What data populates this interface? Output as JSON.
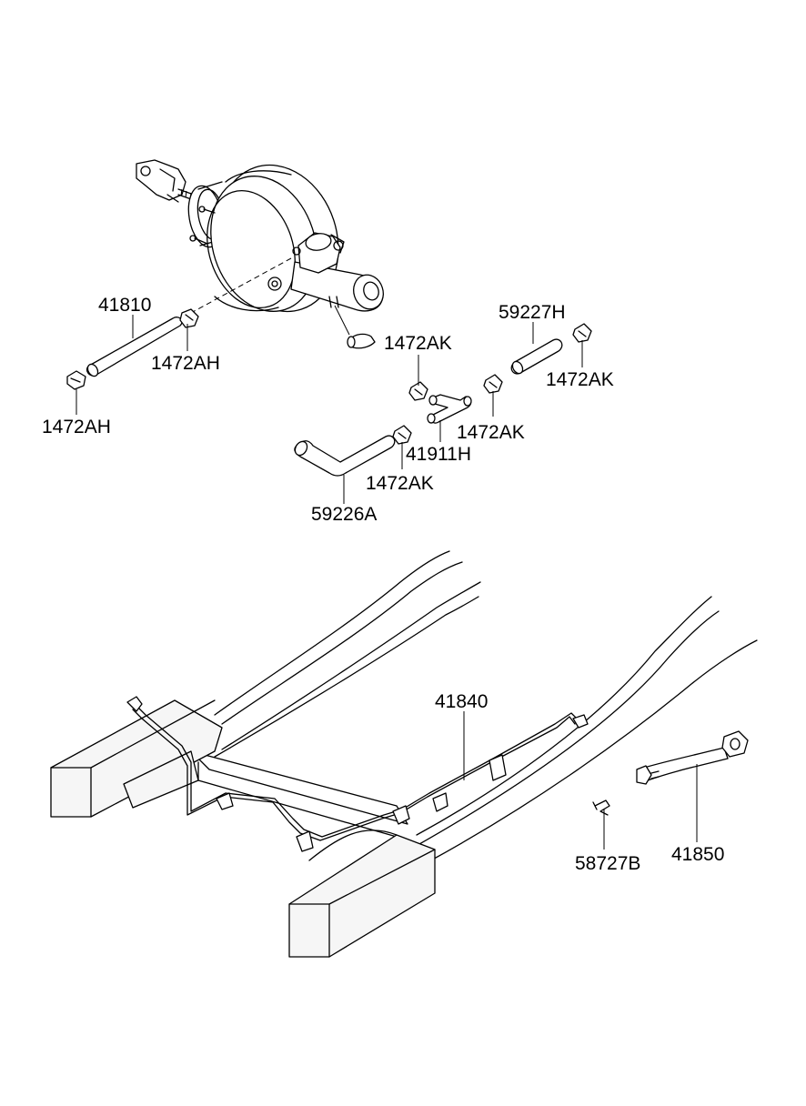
{
  "callouts": [
    {
      "id": "41810",
      "text": "41810"
    },
    {
      "id": "1472AH-a",
      "text": "1472AH"
    },
    {
      "id": "1472AH-b",
      "text": "1472AH"
    },
    {
      "id": "1472AK-a",
      "text": "1472AK"
    },
    {
      "id": "59227H",
      "text": "59227H"
    },
    {
      "id": "1472AK-b",
      "text": "1472AK"
    },
    {
      "id": "1472AK-c",
      "text": "1472AK"
    },
    {
      "id": "41911H",
      "text": "41911H"
    },
    {
      "id": "1472AK-d",
      "text": "1472AK"
    },
    {
      "id": "59226A",
      "text": "59226A"
    },
    {
      "id": "41840",
      "text": "41840"
    },
    {
      "id": "58727B",
      "text": "58727B"
    },
    {
      "id": "41850",
      "text": "41850"
    }
  ]
}
